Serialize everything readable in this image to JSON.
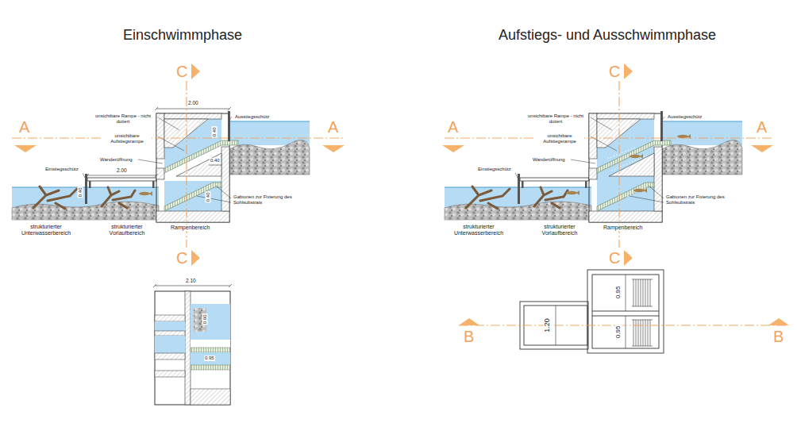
{
  "diagram": {
    "labels": [
      "Einschwimmphase",
      "Aufstiegs- und Ausschwimmphase",
      "C",
      "C",
      "A",
      "A",
      "2.00",
      "unsichtbare Rampe - nicht dotiert",
      "unsichtbare Aufstiegsrampe",
      "Wanderöffnung",
      "2.00",
      "Ausstiegsschütz",
      "0.40",
      "0.40",
      "0.40",
      "0.40",
      "Einstiegsschütz",
      "Gabionen zur Fixierung des Sohlsubstrats",
      "strukturierter Unterwasserbereich",
      "strukturierter Vorlaufbereich",
      "Rampenbereich",
      "2.10",
      "0.90",
      "0.95",
      "C",
      "C",
      "A",
      "A",
      "unsichtbare Rampe - nicht dotiert",
      "unsichtbare Aufstiegsrampe",
      "Wanderöffnung",
      "Ausstiegsschütz",
      "Einstiegsschütz",
      "Gabionen zur Fixierung des Sohlsubstrats",
      "strukturierter Unterwasserbereich",
      "strukturierter Vorlaufbereich",
      "Rampenbereich",
      "B",
      "B",
      "1.20",
      "0.95",
      "0.95"
    ]
  }
}
